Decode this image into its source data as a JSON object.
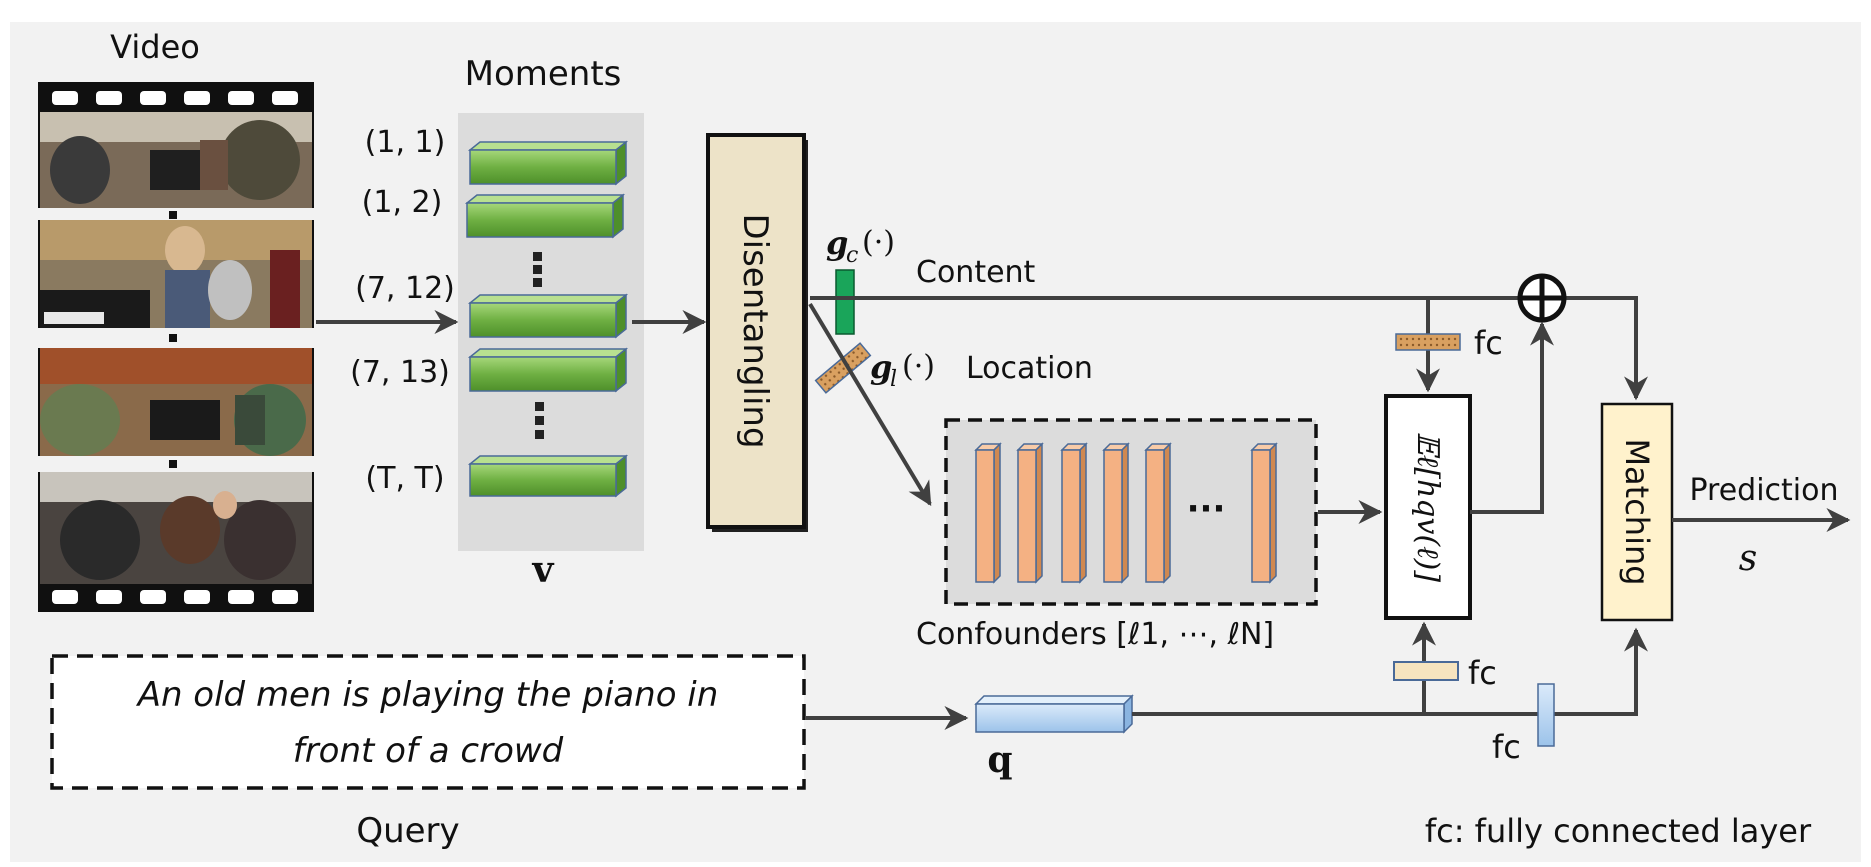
{
  "video": {
    "title": "Video"
  },
  "moments": {
    "title": "Moments",
    "labels": [
      "(1, 1)",
      "(1, 2)",
      "(7, 12)",
      "(7, 13)",
      "(T, T)"
    ],
    "symbol": "v"
  },
  "disentangling": {
    "label": "Disentangling"
  },
  "content": {
    "func": "gc(·)",
    "label": "Content"
  },
  "location": {
    "func": "gl(·)",
    "label": "Location"
  },
  "confounders": {
    "label": "Confounders [ℓ1, ⋯, ℓN]",
    "ellipsis": "···"
  },
  "expectation": {
    "label": "𝔼ℓ[hqv(ℓ)]"
  },
  "fc": {
    "label": "fc"
  },
  "matching": {
    "label": "Matching"
  },
  "prediction": {
    "label": "Prediction",
    "symbol": "s"
  },
  "query": {
    "title": "Query",
    "text_line1": "An old men is playing the piano in",
    "text_line2": "front of a crowd",
    "symbol": "q"
  },
  "footer": {
    "note": "fc: fully connected layer"
  },
  "colors": {
    "background": "#f2f2f2",
    "moment_panel": "#dcdcdc",
    "moment_bar": "#78b446",
    "disentangle_fill": "#ede3c8",
    "content_vector": "#1aa55a",
    "location_vector": "#c9a46a",
    "confounder_bar": "#f4b183",
    "confounder_panel": "#dcdcdc",
    "fc_orange": "#e8a36a",
    "fc_cream": "#f6e4bf",
    "query_vector": "#bcd8f4",
    "matching_fill": "#fff2cc",
    "line": "#404040"
  }
}
